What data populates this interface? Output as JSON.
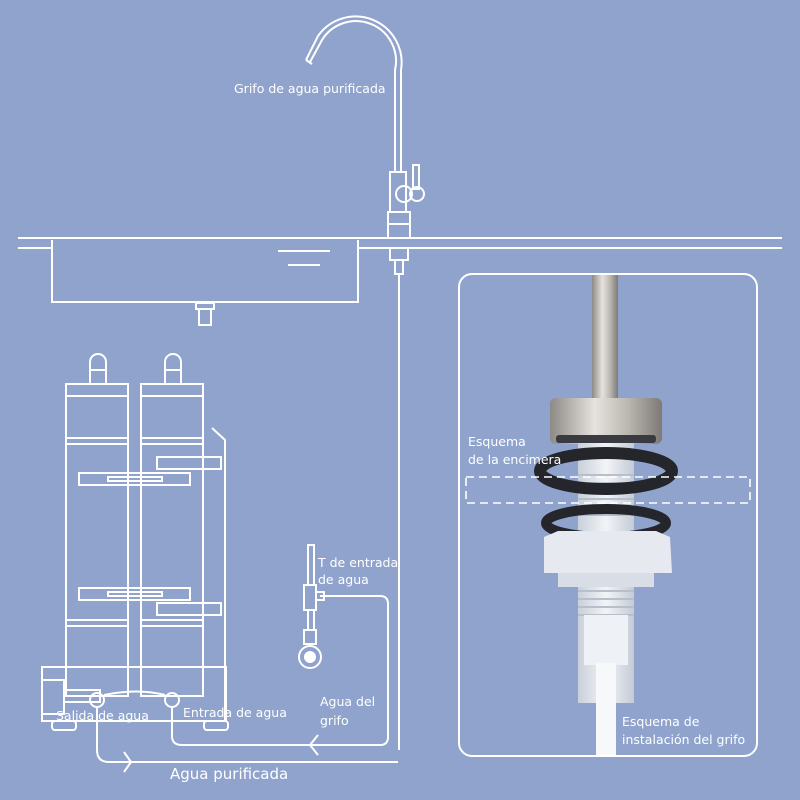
{
  "colors": {
    "background": "#8fa3cc",
    "line": "#ffffff",
    "steel": "#b9b6b0",
    "gasket": "#2b2d33",
    "plastic": "#dde4ee"
  },
  "labels": {
    "faucet": "Grifo de agua purificada",
    "tee_line1": "T de entrada",
    "tee_line2": "de agua",
    "outlet": "Salida de agua",
    "inlet": "Entrada de agua",
    "tap_water_line1": "Agua del",
    "tap_water_line2": "grifo",
    "purified": "Agua purificada",
    "countertop_line1": "Esquema",
    "countertop_line2": "de la encimera",
    "install_line1": "Esquema de",
    "install_line2": "instalación del grifo"
  }
}
